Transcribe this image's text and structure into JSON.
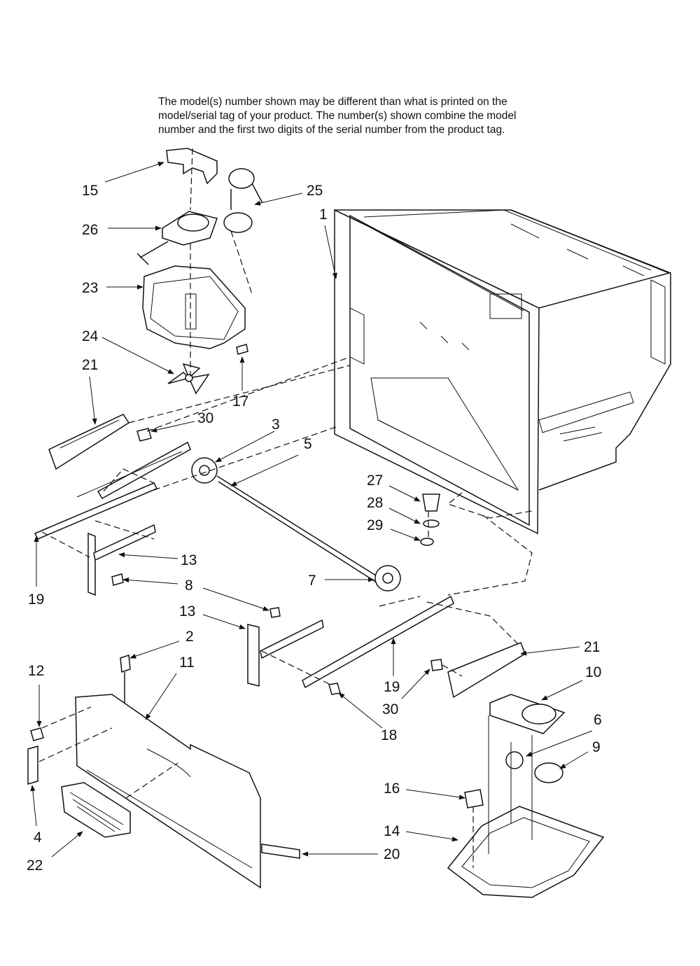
{
  "disclaimer": {
    "line1": "The model(s) number shown may be different than what is printed on the",
    "line2": "model/serial tag of your product. The number(s) shown combine the model",
    "line3": "number and the first two digits of the serial number from the product tag."
  },
  "callouts": [
    "15",
    "25",
    "26",
    "1",
    "23",
    "24",
    "17",
    "21",
    "30",
    "3",
    "5",
    "27",
    "28",
    "29",
    "13",
    "8",
    "19",
    "7",
    "13",
    "2",
    "11",
    "12",
    "21",
    "10",
    "19",
    "30",
    "18",
    "6",
    "9",
    "16",
    "4",
    "14",
    "22",
    "20"
  ]
}
